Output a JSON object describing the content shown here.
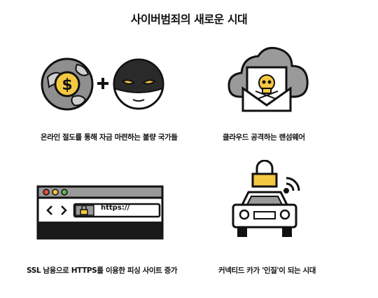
{
  "title": "사이버범죄의 새로운 시대",
  "items": [
    {
      "caption": "온라인 절도를 통해 자금 마련하는 불량 국가들",
      "icons": [
        "globe-dollar-icon",
        "plus-icon",
        "masked-thief-icon"
      ]
    },
    {
      "caption": "클라우드 공격하는 랜섬웨어",
      "icons": [
        "cloud-icon",
        "skull-envelope-icon"
      ]
    },
    {
      "caption": "SSL 남용으로 HTTPS를 이용한 피싱 사이트 증가",
      "icons": [
        "browser-window-icon",
        "back-arrow-icon",
        "forward-arrow-icon",
        "lock-icon"
      ],
      "address_text": "https://"
    },
    {
      "caption": "커넥티드 카가 '인질'이 되는 시대",
      "icons": [
        "car-icon",
        "padlock-icon",
        "wireless-signal-icon"
      ]
    }
  ],
  "colors": {
    "accent": "#F5C842",
    "gray": "#9A9A9A",
    "dark": "#1A1A1A"
  }
}
